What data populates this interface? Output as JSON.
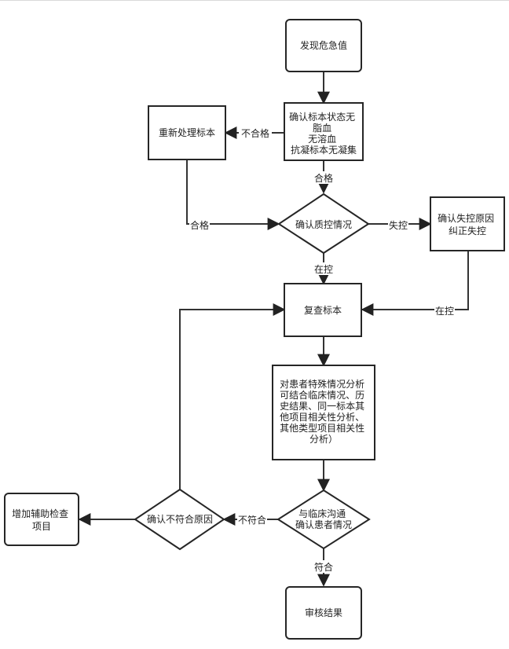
{
  "nodes": {
    "start": "发现危急值",
    "confirm_state": [
      "确认标本状态无",
      "脂血",
      "无溶血",
      "抗凝标本无凝集"
    ],
    "reprocess": "重新处理标本",
    "qc_decision": "确认质控情况",
    "qc_fix": [
      "确认失控原因",
      "纠正失控"
    ],
    "recheck": "复查标本",
    "analysis": [
      "对患者特殊情况分析",
      "可结合临床情况、历",
      "史结果、同一标本其",
      "他项目相关性分析、",
      "其他类型项目相关性",
      "分析）"
    ],
    "clinic_decision": [
      "与临床沟通",
      "确认患者情况"
    ],
    "mismatch_decision": "确认不符合原因",
    "add_tests": [
      "增加辅助检查",
      "项目"
    ],
    "end": "审核结果"
  },
  "edges": {
    "fail": "不合格",
    "pass_down": "合格",
    "pass_left": "合格",
    "out_of_control": "失控",
    "in_control_down": "在控",
    "in_control_back": "在控",
    "mismatch": "不符合",
    "match": "符合"
  }
}
